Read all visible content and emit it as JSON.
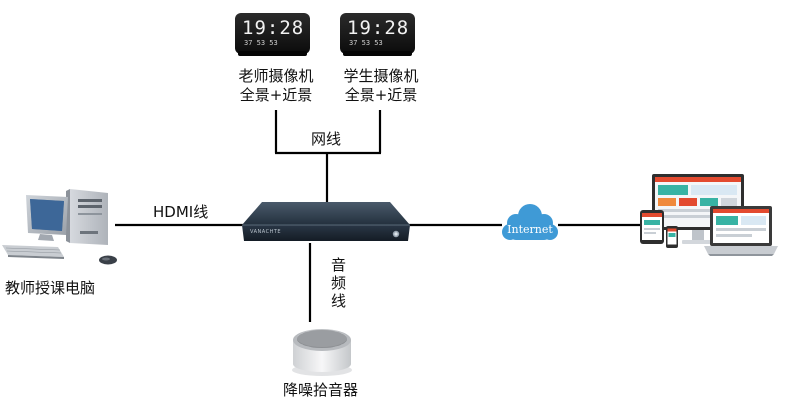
{
  "cameras": [
    {
      "clock_time": "19:28",
      "clock_sub": "37 53 53",
      "label_line1": "老师摄像机",
      "label_line2": "全景+近景"
    },
    {
      "clock_time": "19:28",
      "clock_sub": "37 53 53",
      "label_line1": "学生摄像机",
      "label_line2": "全景+近景"
    }
  ],
  "links": {
    "network_cable": "网线",
    "hdmi_cable": "HDMI线",
    "audio_cable_1": "音",
    "audio_cable_2": "频",
    "audio_cable_3": "线"
  },
  "recorder": {
    "brand": "VANACHTE"
  },
  "cloud": {
    "label": "Internet"
  },
  "pc": {
    "label": "教师授课电脑"
  },
  "microphone": {
    "label": "降噪拾音器"
  },
  "colors": {
    "line": "#000000",
    "cloud": "#3f9ad6",
    "device_dark": "#1d2a38",
    "clock_body": "#141414",
    "clock_digits": "#f2f2f2"
  },
  "icons": {
    "camera": "desk-clock-camera-icon",
    "recorder": "recording-host-icon",
    "cloud": "cloud-icon",
    "pc": "desktop-computer-icon",
    "client": "multi-device-client-icon",
    "microphone": "noise-reduction-microphone-icon"
  }
}
